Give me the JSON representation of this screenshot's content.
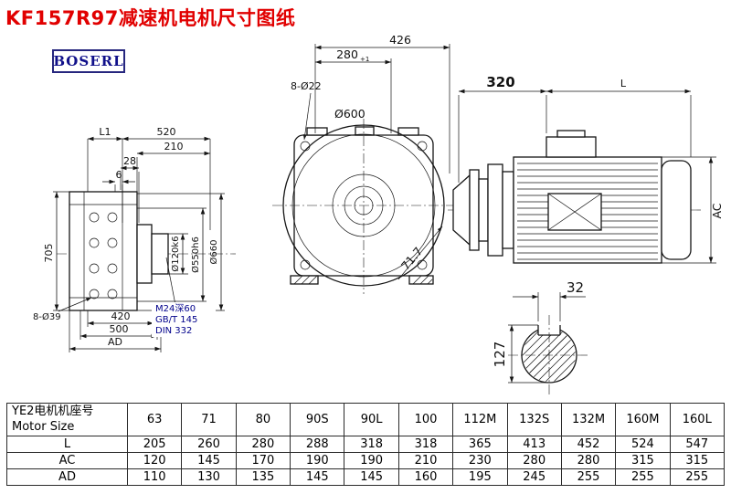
{
  "page": {
    "title": "KF157R97减速机电机尺寸图纸",
    "logo": "BOSERL"
  },
  "colors": {
    "title_red": "#e10000",
    "logo_navy": "#10108a",
    "note_blue": "#00008b",
    "line_black": "#151515"
  },
  "drawing": {
    "left": {
      "L1": "L1",
      "d520": "520",
      "d210": "210",
      "d28": "28",
      "d6": "6",
      "d705": "705",
      "holes": "8-Ø39",
      "d420": "420",
      "d500": "500",
      "AD": "AD",
      "shaft_dia": "Ø120k6",
      "spigot_dia": "Ø550h6",
      "flange_dia": "Ø660",
      "tap": "M24深60",
      "std1": "GB/T 145",
      "std2": "DIN 332"
    },
    "front": {
      "d280": "280",
      "tol": "+1",
      "d426": "426",
      "holes": "8-Ø22",
      "dia": "Ø600",
      "angle": "71.7"
    },
    "motor": {
      "d320": "320",
      "L": "L",
      "AC": "AC"
    },
    "shaft": {
      "d32": "32",
      "d127": "127"
    }
  },
  "table": {
    "header_cn": "YE2电机机座号",
    "header_en": "Motor Size",
    "sizes": [
      "63",
      "71",
      "80",
      "90S",
      "90L",
      "100",
      "112M",
      "132S",
      "132M",
      "160M",
      "160L"
    ],
    "rows": [
      {
        "label": "L",
        "values": [
          "205",
          "260",
          "280",
          "288",
          "318",
          "318",
          "365",
          "413",
          "452",
          "524",
          "547"
        ]
      },
      {
        "label": "AC",
        "values": [
          "120",
          "145",
          "170",
          "190",
          "190",
          "210",
          "230",
          "280",
          "280",
          "315",
          "315"
        ]
      },
      {
        "label": "AD",
        "values": [
          "110",
          "130",
          "135",
          "145",
          "145",
          "160",
          "195",
          "245",
          "255",
          "255",
          "255"
        ]
      }
    ]
  }
}
